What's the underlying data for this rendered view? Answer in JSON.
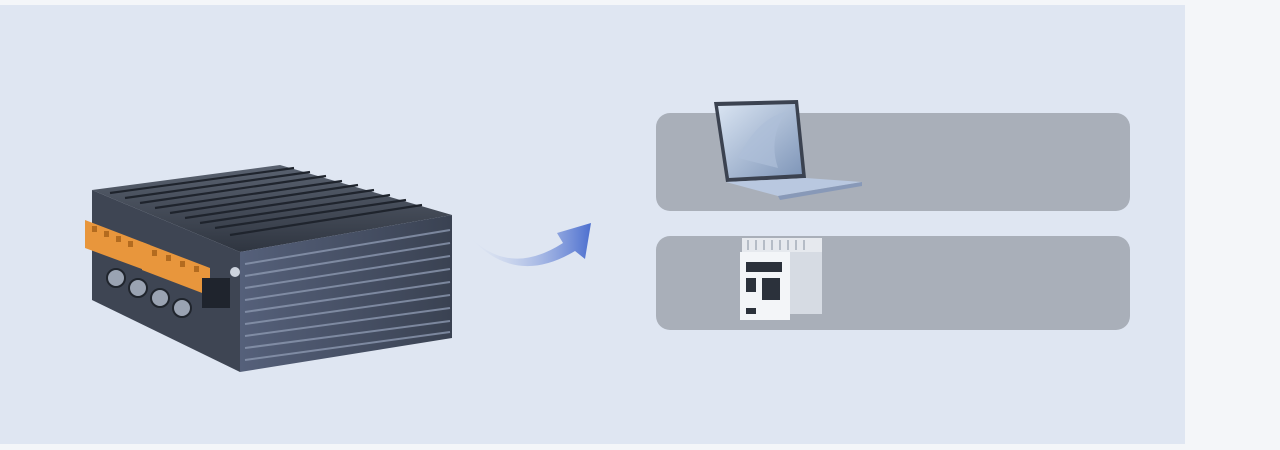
{
  "icons": {
    "main_device": "industrial-edge-controller",
    "flow": "curved-arrow-right",
    "target_1": "laptop",
    "target_2": "din-rail-module"
  },
  "colors": {
    "panel": "#dfe6f2",
    "slot": "#a9afb9",
    "terminal_orange": "#e8963c",
    "heatsink": "#4b5563",
    "arrow": "#4c6fcf"
  }
}
